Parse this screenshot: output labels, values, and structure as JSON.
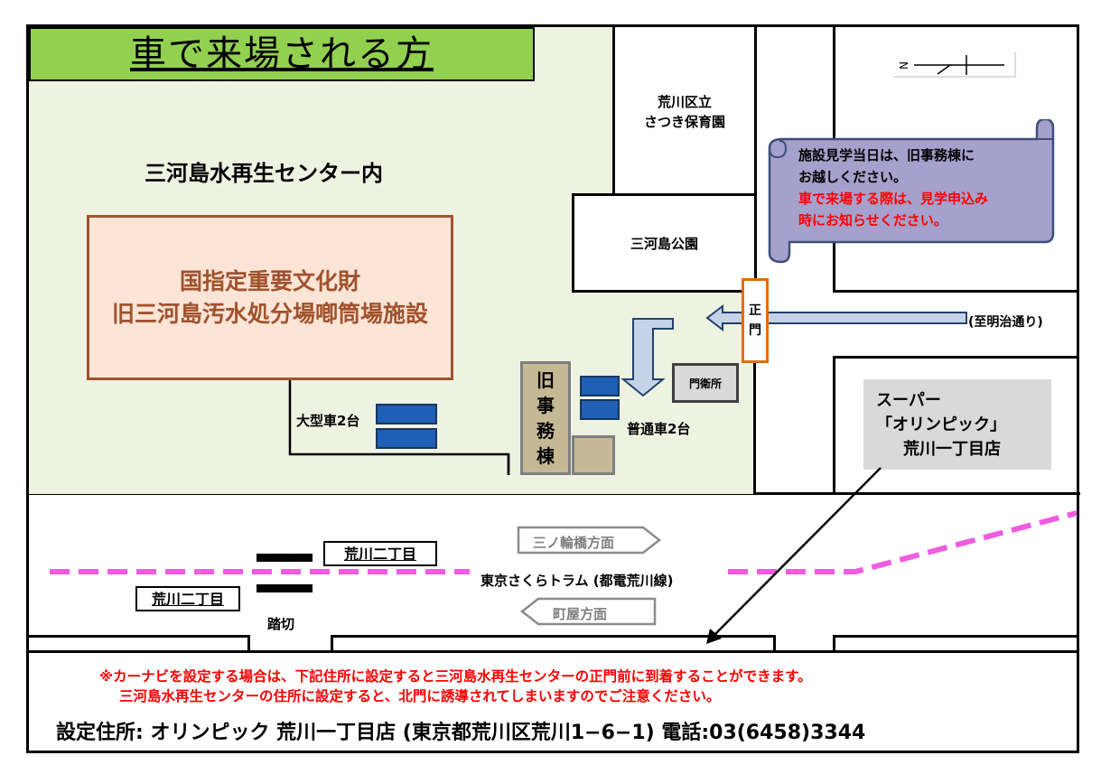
{
  "title": "車で来場される方",
  "facility_label": "三河島水再生センター内",
  "cultural_property": {
    "line1": "国指定重要文化財",
    "line2": "旧三河島汚水処分場喞筒場施設"
  },
  "nursery": {
    "line1": "荒川区立",
    "line2": "さつき保育園"
  },
  "park": "三河島公園",
  "notice": {
    "line1": "施設見学当日は、旧事務棟に",
    "line2": "お越しください。",
    "line3": "車で来場する際は、見学申込み",
    "line4": "時にお知らせください。"
  },
  "gate": {
    "char1": "正",
    "char2": "門"
  },
  "route_label": "(至明治通り)",
  "guard_house": "門衛所",
  "old_office": {
    "c1": "旧",
    "c2": "事",
    "c3": "務",
    "c4": "棟"
  },
  "large_parking": "大型車2台",
  "normal_parking": "普通車2台",
  "supermarket": {
    "line1": "スーパー",
    "line2": "「オリンピック」",
    "line3": "荒川一丁目店"
  },
  "tram": {
    "direction_east": "三ノ輪橋方面",
    "direction_west": "町屋方面",
    "line_name": "東京さくらトラム (都電荒川線)",
    "stop_north": "荒川二丁目",
    "stop_south": "荒川二丁目",
    "crossing": "踏切"
  },
  "bottom": {
    "note1": "※カーナビを設定する場合は、下記住所に設定すると三河島水再生センターの正門前に到着することができます。",
    "note2": "三河島水再生センターの住所に設定すると、北門に誘導されてしまいますのでご注意ください。",
    "address": "設定住所: オリンピック 荒川一丁目店 (東京都荒川区荒川1−6−1) 電話:03(6458)3344"
  },
  "colors": {
    "title_bg": "#92d050",
    "facility_bg": "#eef2e1",
    "cultural_text": "#a0522d",
    "notice_bg": "#a6a0cc",
    "tram_line": "#f05ce0",
    "car": "#1f5fb5",
    "gate_border": "#e46c0a",
    "note_text": "#ff0000"
  }
}
